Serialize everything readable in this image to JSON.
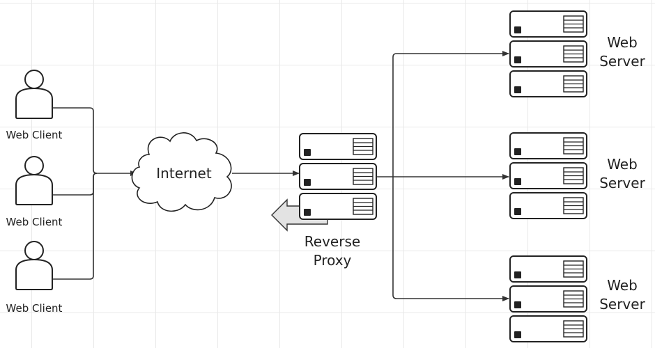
{
  "clients": [
    {
      "label": "Web Client"
    },
    {
      "label": "Web Client"
    },
    {
      "label": "Web Client"
    }
  ],
  "internet": {
    "label": "Internet"
  },
  "reverse_proxy": {
    "label": "Reverse\nProxy"
  },
  "web_servers": [
    {
      "label": "Web\nServer"
    },
    {
      "label": "Web\nServer"
    },
    {
      "label": "Web\nServer"
    }
  ]
}
